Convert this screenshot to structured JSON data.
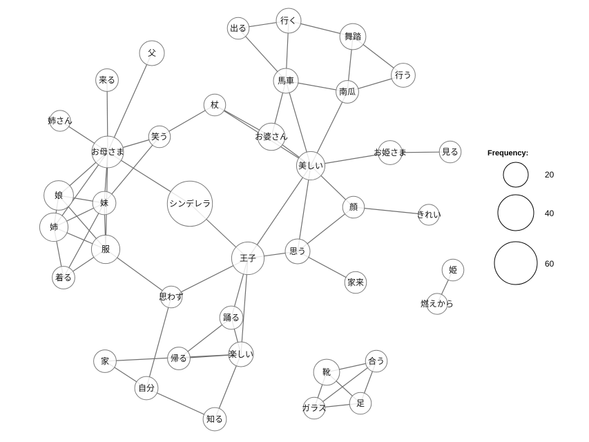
{
  "legend": {
    "title": "Frequency:",
    "values": [
      "20",
      "40",
      "60"
    ]
  },
  "nodes": [
    {
      "id": "cinderella",
      "label": "シンデレラ",
      "freq": 60
    },
    {
      "id": "ouji",
      "label": "王子",
      "freq": 26
    },
    {
      "id": "okaasama",
      "label": "お母さま",
      "freq": 24
    },
    {
      "id": "utsukushii",
      "label": "美しい",
      "freq": 18
    },
    {
      "id": "musume",
      "label": "娘",
      "freq": 20
    },
    {
      "id": "ane",
      "label": "姉",
      "freq": 18
    },
    {
      "id": "fuku",
      "label": "服",
      "freq": 18
    },
    {
      "id": "obaasan",
      "label": "お婆さん",
      "freq": 16
    },
    {
      "id": "butou",
      "label": "舞踏",
      "freq": 14
    },
    {
      "id": "kutsu",
      "label": "靴",
      "freq": 14
    },
    {
      "id": "basha",
      "label": "馬車",
      "freq": 12
    },
    {
      "id": "iku",
      "label": "行く",
      "freq": 12
    },
    {
      "id": "chichi",
      "label": "父",
      "freq": 12
    },
    {
      "id": "omou",
      "label": "思う",
      "freq": 12
    },
    {
      "id": "tanoshii",
      "label": "楽しい",
      "freq": 12
    },
    {
      "id": "oujosama",
      "label": "お姫さま",
      "freq": 11
    },
    {
      "id": "okonau",
      "label": "行う",
      "freq": 11
    },
    {
      "id": "imouto",
      "label": "妹",
      "freq": 10
    },
    {
      "id": "odoru",
      "label": "踊る",
      "freq": 10
    },
    {
      "id": "jibun",
      "label": "自分",
      "freq": 10
    },
    {
      "id": "shiru",
      "label": "知る",
      "freq": 10
    },
    {
      "id": "kaeru",
      "label": "帰る",
      "freq": 9
    },
    {
      "id": "ie",
      "label": "家",
      "freq": 9
    },
    {
      "id": "kiru",
      "label": "着る",
      "freq": 9
    },
    {
      "id": "kabocha",
      "label": "南瓜",
      "freq": 9
    },
    {
      "id": "kuru",
      "label": "来る",
      "freq": 9
    },
    {
      "id": "tsue",
      "label": "杖",
      "freq": 8
    },
    {
      "id": "warau",
      "label": "笑う",
      "freq": 8
    },
    {
      "id": "omowazu",
      "label": "思わず",
      "freq": 8
    },
    {
      "id": "kao",
      "label": "顔",
      "freq": 8
    },
    {
      "id": "kerai",
      "label": "家来",
      "freq": 8
    },
    {
      "id": "deru",
      "label": "出る",
      "freq": 8
    },
    {
      "id": "au",
      "label": "合う",
      "freq": 8
    },
    {
      "id": "ashi",
      "label": "足",
      "freq": 8
    },
    {
      "id": "garasu",
      "label": "ガラス",
      "freq": 8
    },
    {
      "id": "miru",
      "label": "見る",
      "freq": 8
    },
    {
      "id": "hime",
      "label": "姫",
      "freq": 8
    },
    {
      "id": "moekara",
      "label": "燃えから",
      "freq": 7
    },
    {
      "id": "kirei",
      "label": "きれい",
      "freq": 7
    },
    {
      "id": "neesan",
      "label": "姉さん",
      "freq": 7
    }
  ],
  "edges": [
    [
      "deru",
      "iku"
    ],
    [
      "iku",
      "butou"
    ],
    [
      "deru",
      "basha"
    ],
    [
      "iku",
      "basha"
    ],
    [
      "butou",
      "kabocha"
    ],
    [
      "butou",
      "okonau"
    ],
    [
      "basha",
      "kabocha"
    ],
    [
      "kabocha",
      "okonau"
    ],
    [
      "basha",
      "obaasan"
    ],
    [
      "basha",
      "utsukushii"
    ],
    [
      "kabocha",
      "utsukushii"
    ],
    [
      "tsue",
      "warau"
    ],
    [
      "tsue",
      "obaasan"
    ],
    [
      "tsue",
      "utsukushii"
    ],
    [
      "obaasan",
      "utsukushii"
    ],
    [
      "utsukushii",
      "oujosama"
    ],
    [
      "oujosama",
      "miru"
    ],
    [
      "utsukushii",
      "kao"
    ],
    [
      "kao",
      "kirei"
    ],
    [
      "utsukushii",
      "omou"
    ],
    [
      "utsukushii",
      "ouji"
    ],
    [
      "kao",
      "omou"
    ],
    [
      "omou",
      "kerai"
    ],
    [
      "omou",
      "ouji"
    ],
    [
      "chichi",
      "okaasama"
    ],
    [
      "kuru",
      "okaasama"
    ],
    [
      "neesan",
      "okaasama"
    ],
    [
      "okaasama",
      "warau"
    ],
    [
      "okaasama",
      "cinderella"
    ],
    [
      "cinderella",
      "ouji"
    ],
    [
      "okaasama",
      "musume"
    ],
    [
      "okaasama",
      "imouto"
    ],
    [
      "okaasama",
      "ane"
    ],
    [
      "okaasama",
      "fuku"
    ],
    [
      "warau",
      "imouto"
    ],
    [
      "musume",
      "imouto"
    ],
    [
      "musume",
      "ane"
    ],
    [
      "musume",
      "fuku"
    ],
    [
      "ane",
      "imouto"
    ],
    [
      "ane",
      "kiru"
    ],
    [
      "ane",
      "fuku"
    ],
    [
      "imouto",
      "kiru"
    ],
    [
      "imouto",
      "fuku"
    ],
    [
      "fuku",
      "kiru"
    ],
    [
      "fuku",
      "omowazu"
    ],
    [
      "omowazu",
      "ouji"
    ],
    [
      "omowazu",
      "jibun"
    ],
    [
      "ouji",
      "odoru"
    ],
    [
      "ouji",
      "tanoshii"
    ],
    [
      "odoru",
      "tanoshii"
    ],
    [
      "odoru",
      "kaeru"
    ],
    [
      "kaeru",
      "tanoshii"
    ],
    [
      "ie",
      "tanoshii"
    ],
    [
      "ie",
      "jibun"
    ],
    [
      "jibun",
      "shiru"
    ],
    [
      "tanoshii",
      "shiru"
    ],
    [
      "kutsu",
      "au"
    ],
    [
      "kutsu",
      "ashi"
    ],
    [
      "kutsu",
      "garasu"
    ],
    [
      "au",
      "garasu"
    ],
    [
      "au",
      "ashi"
    ],
    [
      "garasu",
      "ashi"
    ],
    [
      "hime",
      "moekara"
    ]
  ]
}
